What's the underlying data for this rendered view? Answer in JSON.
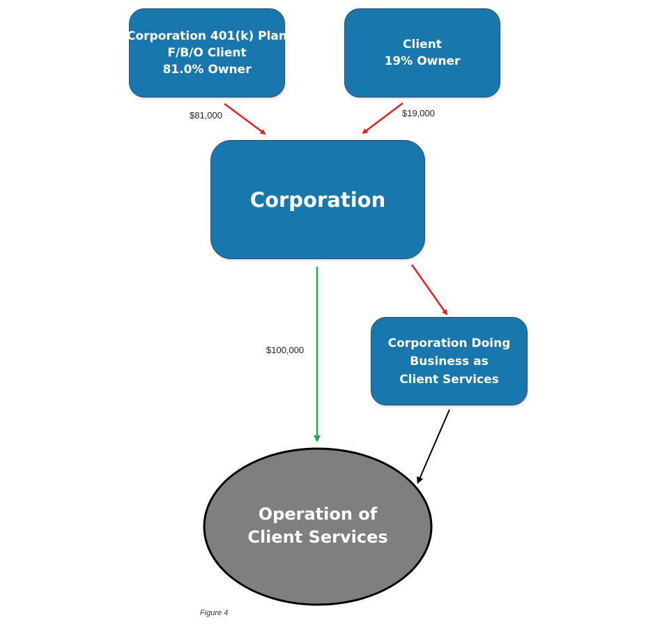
{
  "diagram": {
    "nodes": {
      "plan": {
        "lines": [
          "Corporation 401(k) Plan",
          "F/B/O Client",
          "81.0% Owner"
        ]
      },
      "client": {
        "lines": [
          "Client",
          "19% Owner"
        ]
      },
      "corporation": {
        "lines": [
          "Corporation"
        ]
      },
      "dba": {
        "lines": [
          "Corporation Doing",
          "Business as",
          "Client Services"
        ]
      },
      "operation": {
        "lines": [
          "Operation of",
          "Client Services"
        ]
      }
    },
    "edges": [
      {
        "from": "plan",
        "to": "corporation",
        "label": "$81,000",
        "color": "#ee1c1c"
      },
      {
        "from": "client",
        "to": "corporation",
        "label": "$19,000",
        "color": "#ee1c1c"
      },
      {
        "from": "corporation",
        "to": "operation",
        "label": "$100,000",
        "color": "#1aab4f"
      },
      {
        "from": "corporation",
        "to": "dba",
        "label": "",
        "color": "#ee1c1c"
      },
      {
        "from": "dba",
        "to": "operation",
        "label": "",
        "color": "#000000"
      }
    ],
    "caption": "Figure 4"
  },
  "colors": {
    "box_fill": "#1878ae",
    "box_border": "#2f4d6e",
    "ellipse_fill": "#7f7f7f",
    "money_in_arrow": "#ee1c1c",
    "money_out_arrow": "#1aab4f",
    "link_arrow": "#000000"
  }
}
